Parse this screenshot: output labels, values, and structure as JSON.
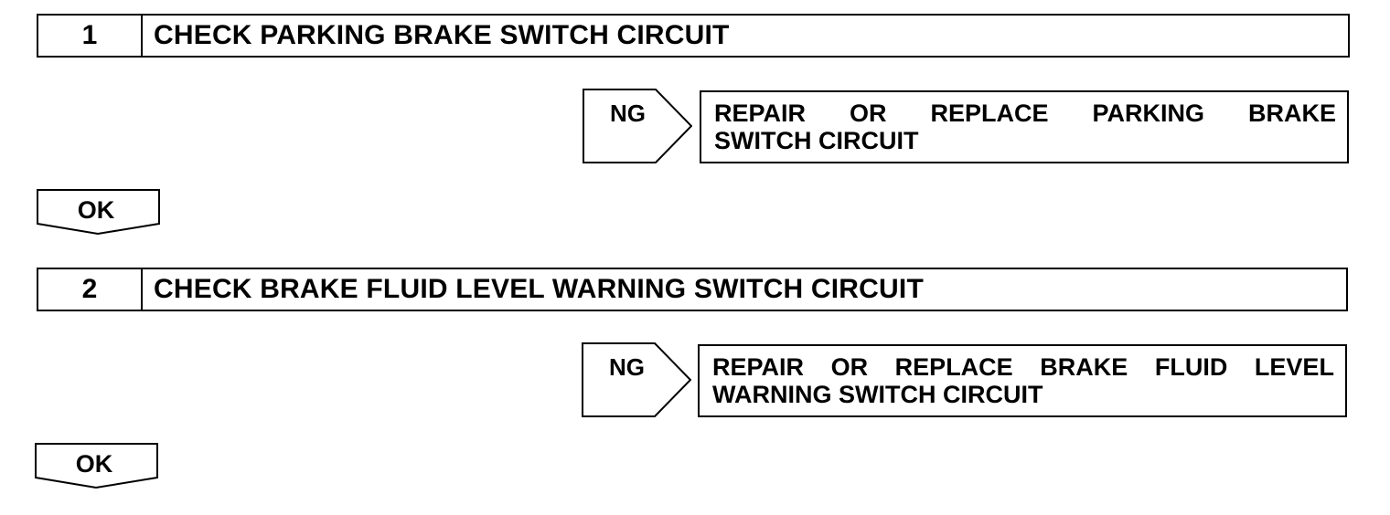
{
  "steps": [
    {
      "number": "1",
      "title": "CHECK PARKING BRAKE SWITCH CIRCUIT",
      "ng_label": "NG",
      "ng_action_line1_words": [
        "REPAIR",
        "OR",
        "REPLACE",
        "PARKING",
        "BRAKE"
      ],
      "ng_action_line2": "SWITCH CIRCUIT",
      "ok_label": "OK"
    },
    {
      "number": "2",
      "title": "CHECK BRAKE FLUID LEVEL WARNING SWITCH CIRCUIT",
      "ng_label": "NG",
      "ng_action_line1_words": [
        "REPAIR",
        "OR",
        "REPLACE",
        "BRAKE",
        "FLUID",
        "LEVEL"
      ],
      "ng_action_line2": "WARNING SWITCH CIRCUIT",
      "ok_label": "OK"
    }
  ]
}
